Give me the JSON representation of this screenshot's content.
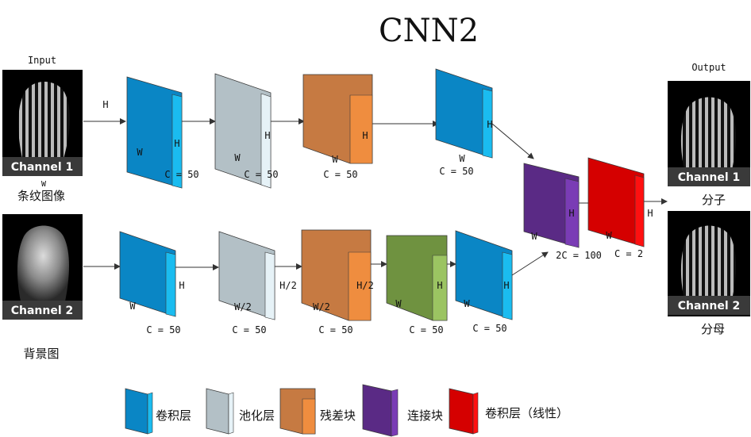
{
  "title": "CNN2",
  "input": {
    "label": "Input",
    "channel1": {
      "badge": "Channel 1",
      "caption": "条纹图像",
      "axis_w": "W"
    },
    "channel2": {
      "badge": "Channel 2",
      "caption": "背景图"
    }
  },
  "output": {
    "label": "Output",
    "channel1": {
      "badge": "Channel 1",
      "caption": "分子"
    },
    "channel2": {
      "badge": "Channel 2",
      "caption": "分母"
    }
  },
  "top_branch": {
    "input_h": "H",
    "blocks": [
      {
        "kind": "conv",
        "w": "W",
        "h": "H",
        "c": "C = 50"
      },
      {
        "kind": "pool",
        "w": "W",
        "h": "H",
        "c": "C = 50"
      },
      {
        "kind": "residual",
        "w": "W",
        "h": "H",
        "c": "C = 50"
      },
      {
        "kind": "conv",
        "w": "W",
        "h": "H",
        "c": "C = 50"
      }
    ]
  },
  "bottom_branch": {
    "blocks": [
      {
        "kind": "conv",
        "w": "W",
        "h": "H",
        "c": "C = 50"
      },
      {
        "kind": "pool",
        "w": "W/2",
        "h": "H/2",
        "c": "C = 50"
      },
      {
        "kind": "residual",
        "w": "W/2",
        "h": "H/2",
        "c": "C = 50"
      },
      {
        "kind": "upsample",
        "w": "W",
        "h": "H",
        "c": "C = 50"
      },
      {
        "kind": "conv",
        "w": "W",
        "h": "H",
        "c": "C = 50"
      }
    ]
  },
  "merge": {
    "concat": {
      "w": "W",
      "h": "H",
      "c": "2C = 100"
    },
    "linear_conv": {
      "w": "W",
      "h": "H",
      "c": "C = 2"
    }
  },
  "legend": [
    {
      "label": "卷积层",
      "color": "#0A86C5"
    },
    {
      "label": "池化层",
      "color": "#B3C0C6"
    },
    {
      "label": "残差块",
      "color": "#C67A42"
    },
    {
      "label": "连接块",
      "color": "#5A2A85"
    },
    {
      "label": "卷积层（线性）",
      "color": "#D50000"
    }
  ],
  "colors": {
    "conv": "#0A86C5",
    "pool": "#B3C0C6",
    "residual": "#C67A42",
    "upsample": "#6F9240",
    "concat": "#5A2A85",
    "linear": "#D50000"
  }
}
